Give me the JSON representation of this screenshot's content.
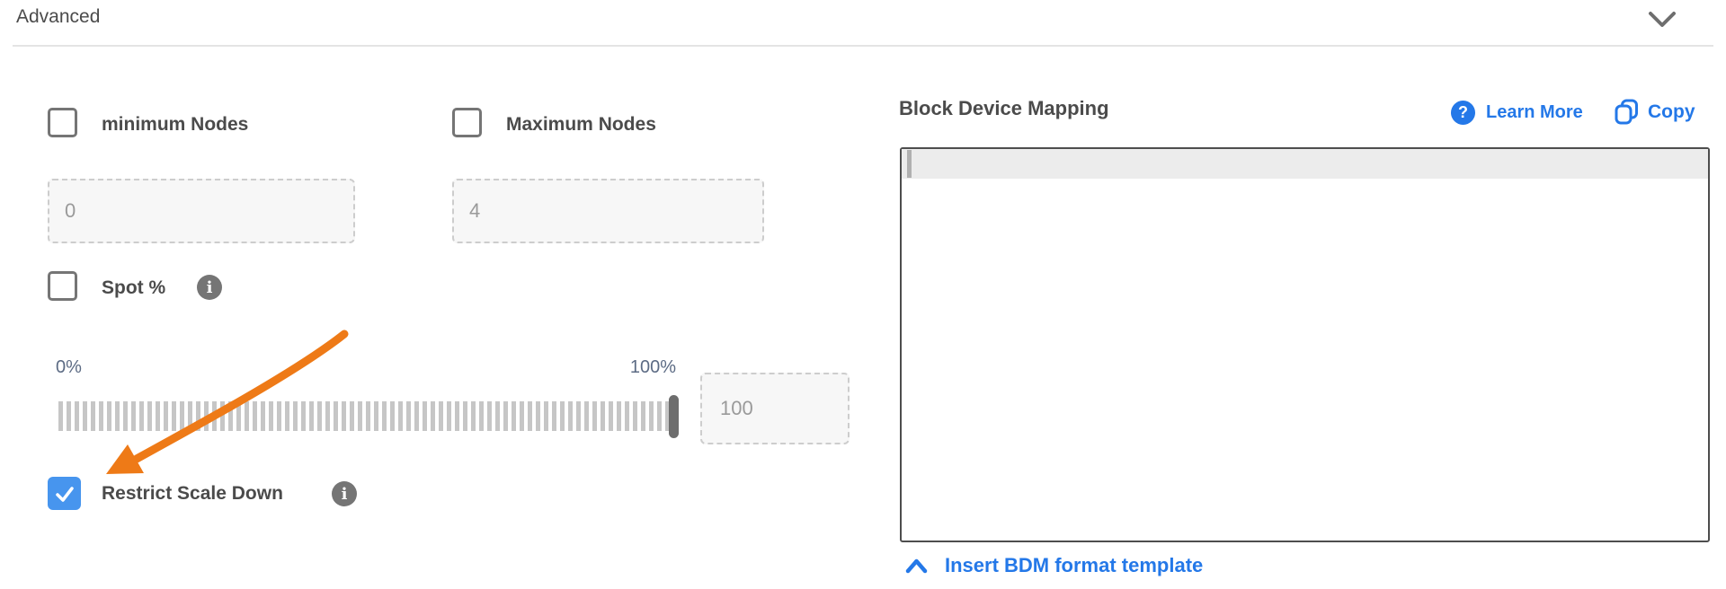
{
  "panel": {
    "title": "Advanced"
  },
  "advanced_form": {
    "minimum_nodes": {
      "label": "minimum Nodes",
      "checked": false,
      "value": "0"
    },
    "maximum_nodes": {
      "label": "Maximum Nodes",
      "checked": false,
      "value": "4"
    },
    "spot": {
      "label": "Spot %",
      "checked": false
    },
    "spot_slider": {
      "min_label": "0%",
      "max_label": "100%",
      "value": "100",
      "position_percent": 100
    },
    "restrict_scale_down": {
      "label": "Restrict Scale Down",
      "checked": true
    }
  },
  "bdm": {
    "title": "Block Device Mapping",
    "learn_more_label": "Learn More",
    "copy_label": "Copy",
    "editor_content": "",
    "insert_template_label": "Insert BDM format template"
  },
  "icons": {
    "collapse": "chevron-down-icon",
    "info": "info-icon",
    "help": "question-circle-icon",
    "copy": "copy-icon",
    "insert": "chevron-up-icon",
    "annotation": "orange-arrow-annotation"
  },
  "colors": {
    "accent_blue": "#2478e8",
    "checkbox_checked_blue": "#4795ee",
    "arrow_orange": "#ee7a17",
    "slider_label_slate": "#5c6b84"
  }
}
